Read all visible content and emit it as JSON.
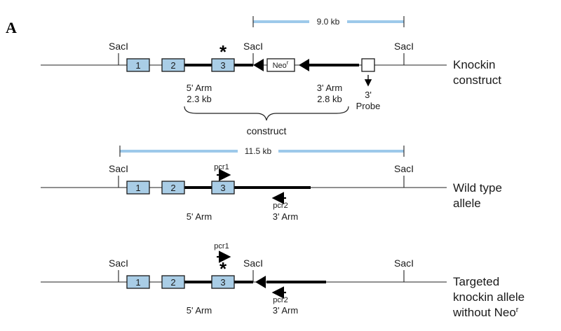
{
  "panel_label": "A",
  "colors": {
    "exon_fill": "#a9cde6",
    "size_bar": "#9dc9ea"
  },
  "sections": {
    "construct": {
      "size_label": "9.0 kb",
      "sites": [
        "SacI",
        "SacI",
        "SacI"
      ],
      "exons": [
        "1",
        "2",
        "3"
      ],
      "mutation_mark": "*",
      "neo_label": "Neo",
      "neo_sup": "r",
      "arm5_label": "5' Arm",
      "arm5_size": "2.3 kb",
      "arm3_label": "3' Arm",
      "arm3_size": "2.8 kb",
      "probe_label_1": "3'",
      "probe_label_2": "Probe",
      "brace_label": "construct",
      "name_line1": "Knockin",
      "name_line2": "construct"
    },
    "wildtype": {
      "size_label": "11.5 kb",
      "sites": [
        "SacI",
        "SacI"
      ],
      "exons": [
        "1",
        "2",
        "3"
      ],
      "pcr1": "pcr1",
      "pcr2": "pcr2",
      "arm5_label": "5' Arm",
      "arm3_label": "3' Arm",
      "name_line1": "Wild type",
      "name_line2": "allele"
    },
    "targeted": {
      "sites": [
        "SacI",
        "SacI",
        "SacI"
      ],
      "exons": [
        "1",
        "2",
        "3"
      ],
      "mutation_mark": "*",
      "pcr1": "pcr1",
      "pcr2": "pcr2",
      "arm5_label": "5' Arm",
      "arm3_label": "3' Arm",
      "name_line1": "Targeted",
      "name_line2": "knockin allele",
      "name_line3_main": "without Neo",
      "name_line3_sup": "r"
    }
  }
}
